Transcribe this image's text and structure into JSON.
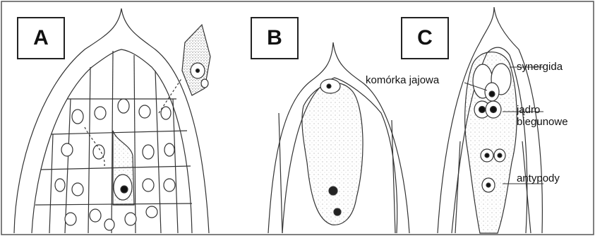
{
  "panels": [
    {
      "letter": "A"
    },
    {
      "letter": "B"
    },
    {
      "letter": "C"
    }
  ],
  "labels": {
    "synergida": "synergida",
    "komorka_jajowa": "komórka jajowa",
    "jadro_line1": "jądro",
    "jadro_line2": "biegunowe",
    "antypody": "antypody"
  }
}
